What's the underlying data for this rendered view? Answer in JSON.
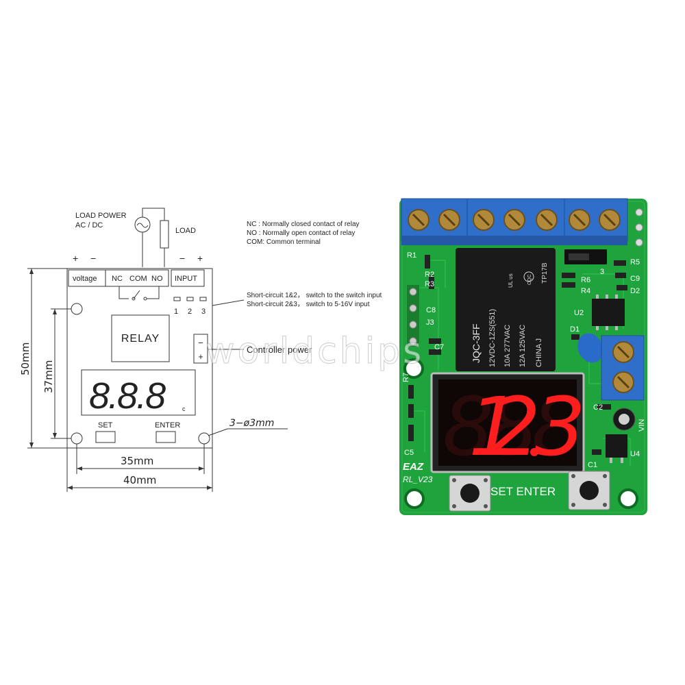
{
  "diagram": {
    "load_power": "LOAD  POWER",
    "acdc": "AC / DC",
    "load": "LOAD",
    "plus": "+",
    "minus": "−",
    "voltage": "voltage",
    "nc": "NC",
    "com": "COM",
    "no": "NO",
    "input": "INPUT",
    "pin1": "1",
    "pin2": "2",
    "pin3": "3",
    "relay": "RELAY",
    "display_digits": "8.8.8",
    "display_mark": "c",
    "set": "SET",
    "enter": "ENTER",
    "holes": "3−ø3mm",
    "dim_50": "50mm",
    "dim_37": "37mm",
    "dim_35": "35mm",
    "dim_40": "40mm",
    "ctrl_plus": "+",
    "ctrl_minus": "−"
  },
  "legend": {
    "nc": "NC :  Normally closed contact of relay",
    "no": "NO :  Normally open   contact of relay",
    "com": "COM: Common terminal"
  },
  "notes": {
    "short12": "Short-circuit 1&2， switch to the switch input",
    "short23": "Short-circuit 2&3， switch to  5-16V input",
    "controller": "Controller power"
  },
  "watermark": "worldchips",
  "board": {
    "relay_model": "JQC-3FF",
    "relay_spec1": "12VDC-1ZS(551)",
    "relay_spec2": "10A 277VAC",
    "relay_spec3": "12A 125VAC",
    "relay_origin": "CHINA    J",
    "relay_tp": "TP17B",
    "relay_ul": "UL us",
    "relay_cqc": "CQC",
    "display_value": "12.3",
    "display_left": "1",
    "display_mid": "2",
    "display_right": "3",
    "brand": "EAZ",
    "version": "RL_V23",
    "set_enter": "SET  ENTER",
    "labels": {
      "r1": "R1",
      "r2": "R2",
      "r3": "R3",
      "r5": "R5",
      "r6": "R6",
      "r4": "R4",
      "c9": "C9",
      "d2": "D2",
      "u2": "U2",
      "d1": "D1",
      "c8": "C8",
      "j3": "J3",
      "c7": "C7",
      "r7": "R7",
      "c5": "C5",
      "c1": "C1",
      "u4": "U4",
      "c2": "C2",
      "vin": "VIN",
      "s3": "3"
    },
    "colors": {
      "pcb": "#1fa33c",
      "terminal": "#2f6fc9",
      "relay": "#1a1a1a",
      "display_on": "#ff1e1e"
    }
  }
}
